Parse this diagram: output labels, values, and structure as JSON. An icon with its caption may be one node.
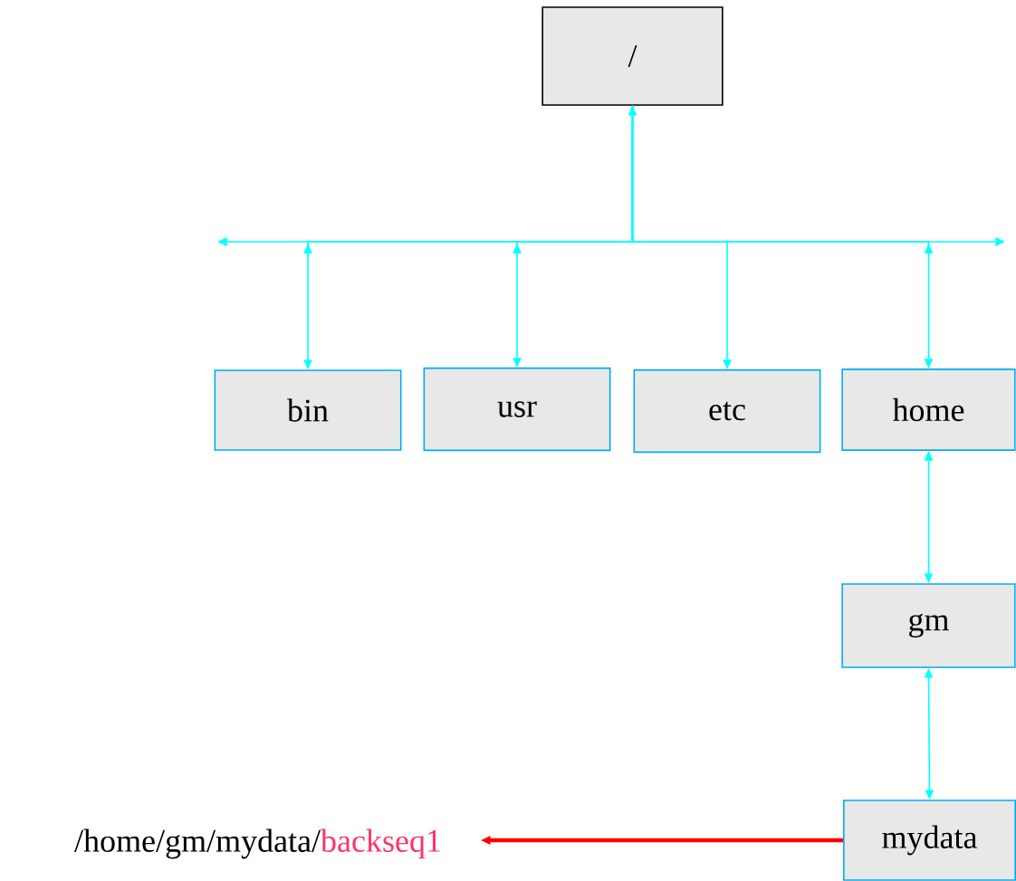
{
  "diagram": {
    "nodes": [
      {
        "text": [
          "/"
        ]
      },
      {
        "text": [
          "bin"
        ]
      },
      {
        "text": [
          "usr"
        ]
      },
      {
        "text": [
          "etc"
        ]
      },
      {
        "text": [
          "home"
        ]
      },
      {
        "text": [
          "gm"
        ]
      },
      {
        "text": [
          "mydata"
        ]
      },
      {
        "text": [
          "/home/gm/mydata/",
          "backseq1"
        ]
      }
    ],
    "edges": [
      {
        "from": 0,
        "to": null,
        "arrow": "to"
      },
      {
        "from": 0,
        "to": null,
        "arrow": "to"
      },
      {
        "from": 0,
        "to": 1,
        "arrow": "to"
      },
      {
        "from": 0,
        "to": 2,
        "arrow": "to"
      },
      {
        "from": 0,
        "to": 3,
        "arrow": "both"
      },
      {
        "from": 0,
        "to": 4,
        "arrow": "to"
      },
      {
        "from": 4,
        "to": 5,
        "arrow": "both"
      },
      {
        "from": 5,
        "to": 6,
        "arrow": "both"
      },
      {
        "from": 6,
        "to": 7,
        "arrow": "to",
        "style": "thick",
        "color": "#ff0000"
      }
    ]
  }
}
